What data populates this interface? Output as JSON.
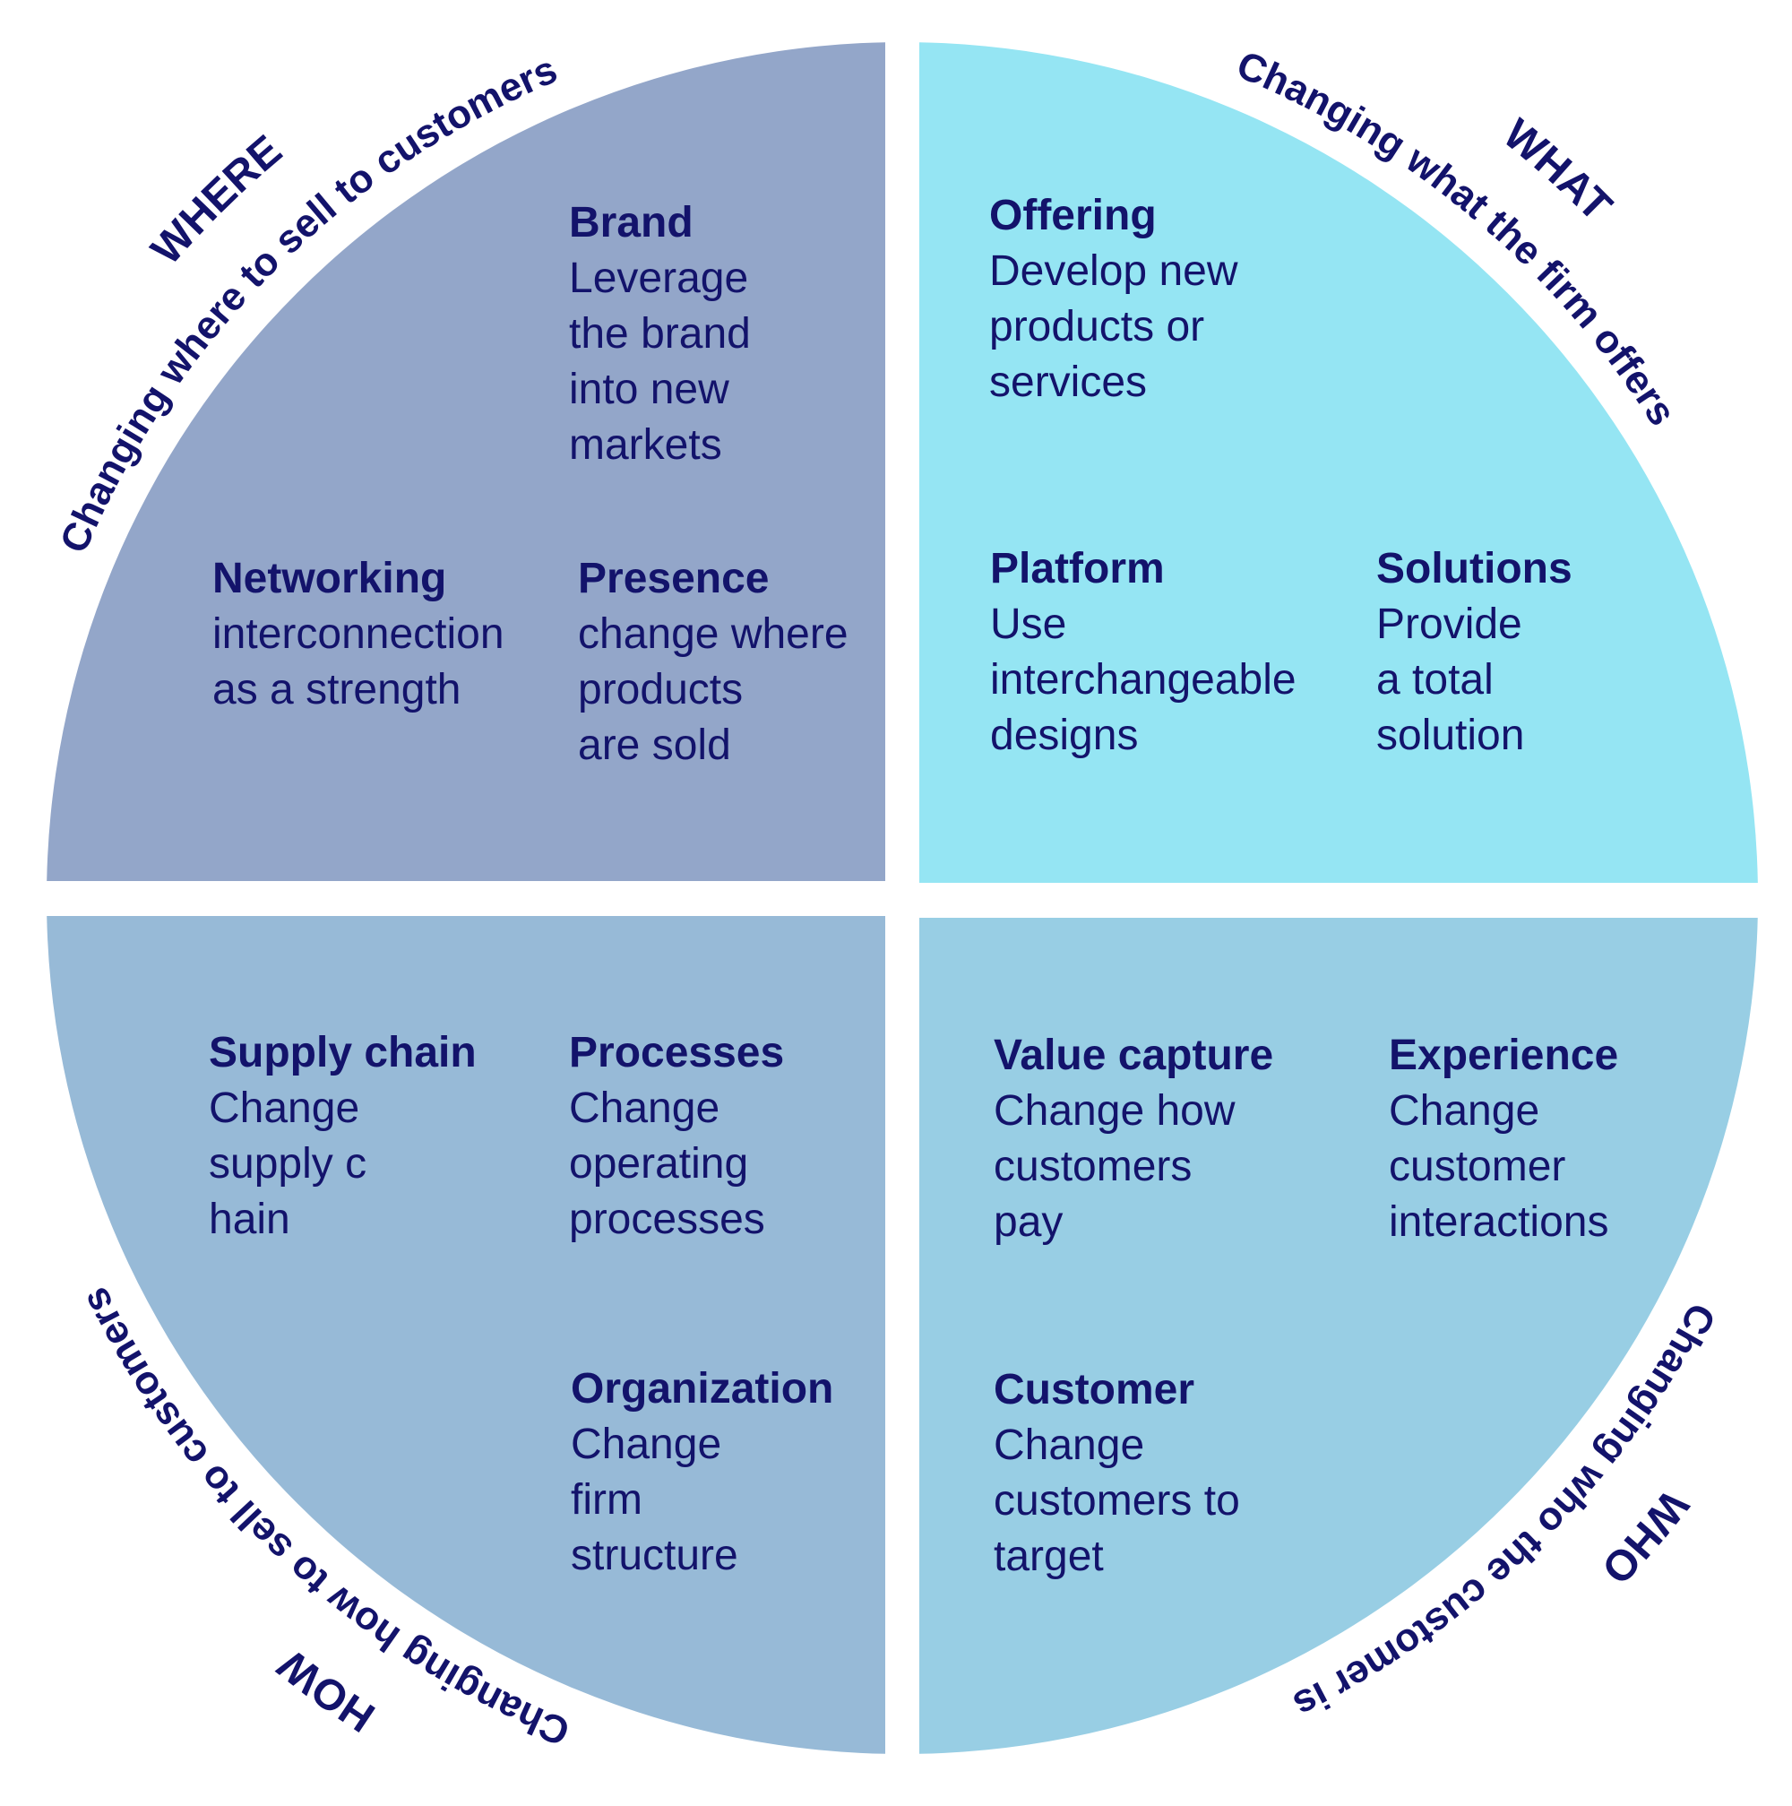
{
  "colors": {
    "where": "#93a6c9",
    "what": "#95e5f3",
    "how": "#97bad7",
    "who": "#98cee4",
    "text": "#13136b"
  },
  "quadrants": {
    "where": {
      "label": "WHERE",
      "subtitle": "Changing where to sell to customers",
      "items": [
        {
          "title": "Brand",
          "lines": [
            "Leverage",
            "the brand",
            "into new",
            "markets"
          ]
        },
        {
          "title": "Networking",
          "lines": [
            "interconnection",
            "as a strength"
          ]
        },
        {
          "title": "Presence",
          "lines": [
            "change where",
            "products",
            "are sold"
          ]
        }
      ]
    },
    "what": {
      "label": "WHAT",
      "subtitle": "Changing what the firm offers",
      "items": [
        {
          "title": "Offering",
          "lines": [
            "Develop new",
            "products or",
            "services"
          ]
        },
        {
          "title": "Platform",
          "lines": [
            "Use",
            "interchangeable",
            "designs"
          ]
        },
        {
          "title": "Solutions",
          "lines": [
            "Provide",
            "a total",
            "solution"
          ]
        }
      ]
    },
    "how": {
      "label": "HOW",
      "subtitle": "Changing how to sell to customers",
      "items": [
        {
          "title": "Supply chain",
          "lines": [
            "Change",
            "supply c",
            "hain"
          ]
        },
        {
          "title": "Processes",
          "lines": [
            "Change",
            "operating",
            "processes"
          ]
        },
        {
          "title": "Organization",
          "lines": [
            "Change",
            "firm",
            "structure"
          ]
        }
      ]
    },
    "who": {
      "label": "WHO",
      "subtitle": "Changing who the customer is",
      "items": [
        {
          "title": "Value capture",
          "lines": [
            "Change how",
            "customers",
            "pay"
          ]
        },
        {
          "title": "Experience",
          "lines": [
            "Change",
            "customer",
            "interactions"
          ]
        },
        {
          "title": "Customer",
          "lines": [
            "Change",
            "customers to",
            "target"
          ]
        }
      ]
    }
  }
}
